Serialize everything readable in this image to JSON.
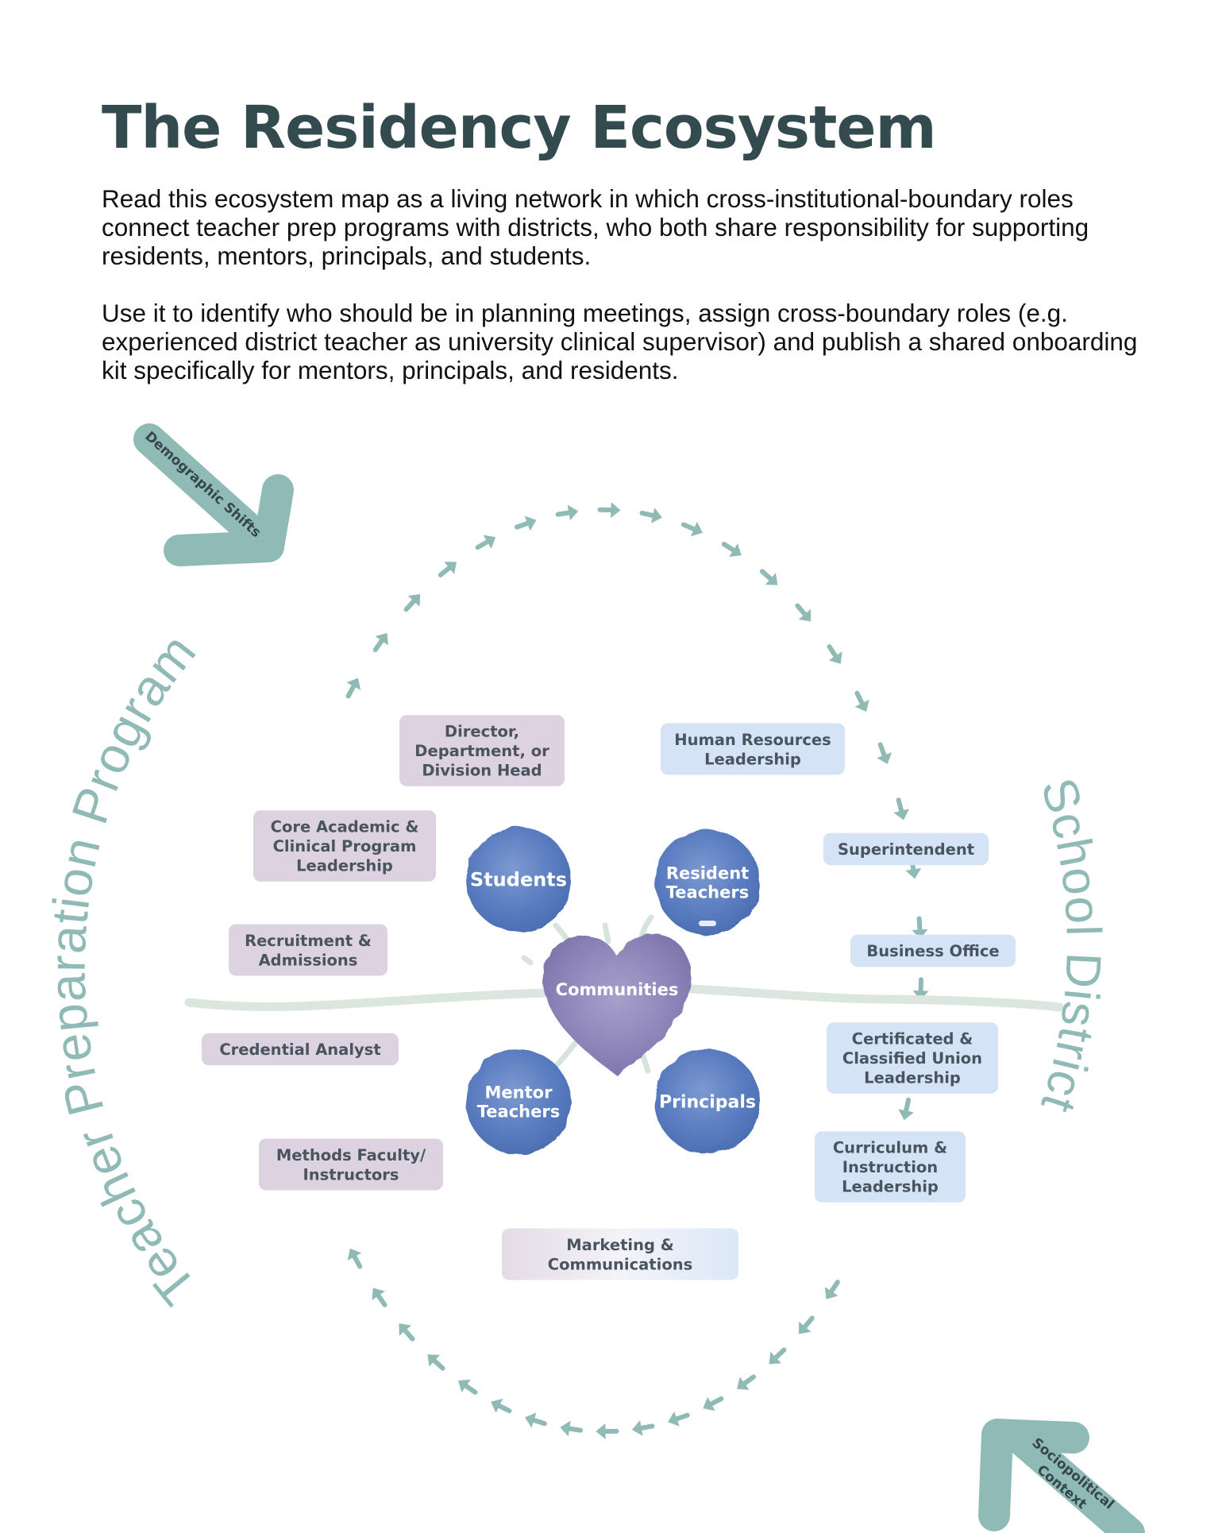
{
  "title": "The Residency Ecosystem",
  "intro": [
    "Read this ecosystem map as a living network in which cross-institutional-boundary roles connect teacher prep programs with districts, who both share responsibility for supporting residents, mentors, principals, and students.",
    "Use it to identify who should be in planning meetings, assign cross-boundary roles (e.g. experienced district teacher as university clinical supervisor) and publish a shared onboarding kit specifically for mentors, principals, and residents."
  ],
  "forces": {
    "top_left": "Demographic Shifts",
    "bottom_right_lines": [
      "Sociopolitical",
      "Context"
    ]
  },
  "sides": {
    "left": "Teacher Preparation Program",
    "right": "School District"
  },
  "center": "Communities",
  "core_circles": {
    "students": [
      "Students"
    ],
    "residents": [
      "Resident",
      "Teachers"
    ],
    "mentors": [
      "Mentor",
      "Teachers"
    ],
    "principals": [
      "Principals"
    ]
  },
  "program_roles": {
    "director": [
      "Director,",
      "Department, or",
      "Division Head"
    ],
    "core_academic": [
      "Core Academic &",
      "Clinical Program",
      "Leadership"
    ],
    "recruitment": [
      "Recruitment &",
      "Admissions"
    ],
    "credential": [
      "Credential Analyst"
    ],
    "methods": [
      "Methods Faculty/",
      "Instructors"
    ]
  },
  "district_roles": {
    "hr": [
      "Human Resources",
      "Leadership"
    ],
    "superintendent": [
      "Superintendent"
    ],
    "business": [
      "Business Office"
    ],
    "union": [
      "Certificated &",
      "Classified Union",
      "Leadership"
    ],
    "curriculum": [
      "Curriculum &",
      "Instruction",
      "Leadership"
    ]
  },
  "shared_roles": {
    "marketing": [
      "Marketing &",
      "Communications"
    ]
  },
  "colors": {
    "title": "#334a4e",
    "accent_teal": "#8fbab6",
    "circle_blue": "#5b7fc0",
    "heart_purple": "#8f86b8",
    "program_tag": "#ddd2e0",
    "district_tag": "#d5e3f6",
    "tag_text": "#4a5360"
  }
}
